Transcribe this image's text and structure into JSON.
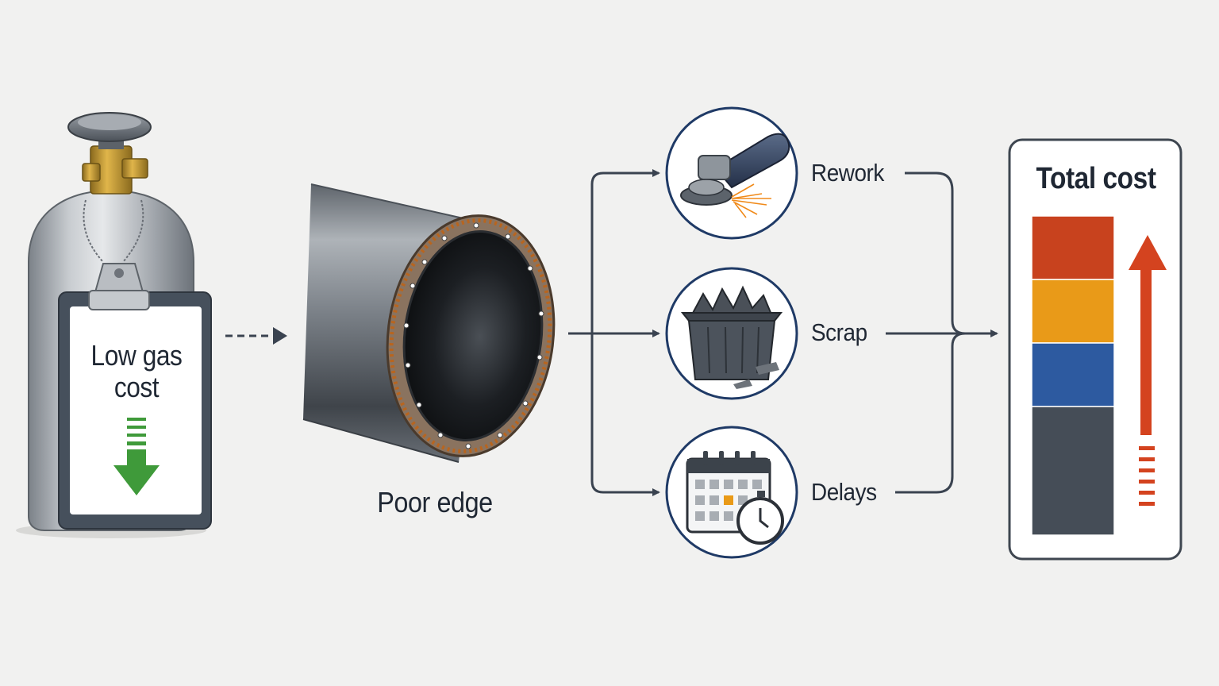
{
  "cylinder": {
    "label": "Low gas cost"
  },
  "pipe": {
    "label": "Poor edge"
  },
  "consequences": [
    {
      "label": "Rework",
      "icon": "angle-grinder-icon"
    },
    {
      "label": "Scrap",
      "icon": "scrap-bin-icon"
    },
    {
      "label": "Delays",
      "icon": "calendar-clock-icon"
    }
  ],
  "total": {
    "label": "Total cost",
    "segments": [
      {
        "color": "#c8421e"
      },
      {
        "color": "#e99a18"
      },
      {
        "color": "#2d5aa0"
      },
      {
        "color": "#454d57"
      }
    ]
  },
  "colors": {
    "arrow": "#3a4350",
    "circle_border": "#1f3a66",
    "down_arrow": "#3f9a3a",
    "up_arrow": "#d4431f"
  }
}
